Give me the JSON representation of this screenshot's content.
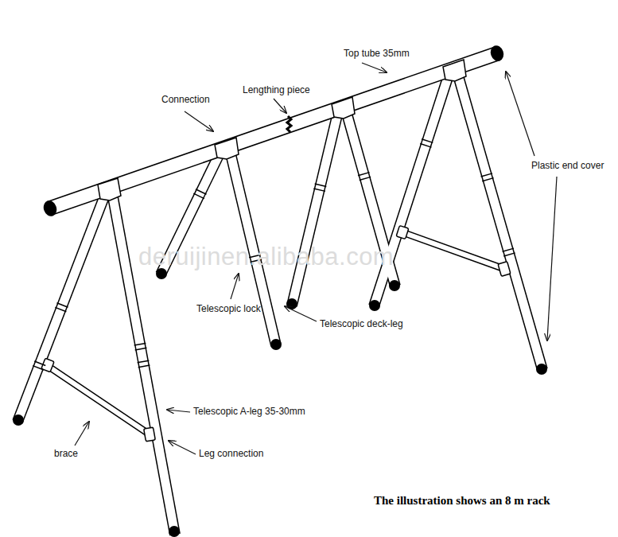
{
  "diagram": {
    "caption": "The illustration shows an 8 m rack",
    "labels": [
      "Top tube 35mm",
      "Connection",
      "Lengthing piece",
      "Plastic end cover",
      "deruijinen.alibaba.com",
      "Telescopic lock",
      "Telescopic deck-leg",
      "Telescopic A-leg 35-30mm",
      "brace",
      "Leg connection"
    ]
  }
}
